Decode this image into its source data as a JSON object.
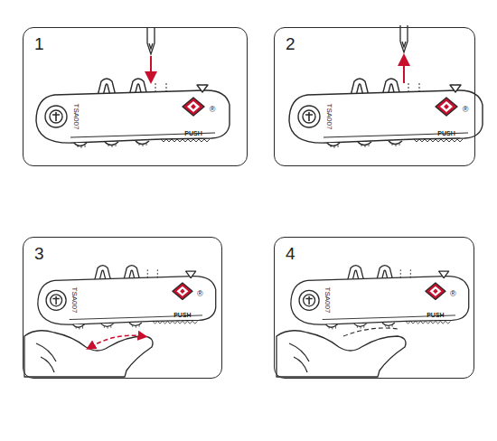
{
  "diagram": {
    "nodes": [
      {
        "text": [
          "1"
        ]
      },
      {
        "text": [
          "2"
        ]
      },
      {
        "text": [
          "3"
        ]
      },
      {
        "text": [
          "4"
        ]
      }
    ],
    "labels": [
      "TSA007",
      "®",
      "PUSH",
      "TSA007",
      "®",
      "PUSH",
      "TSA007",
      "®",
      "PUSH",
      "TSA007",
      "®",
      "PUSH"
    ]
  }
}
